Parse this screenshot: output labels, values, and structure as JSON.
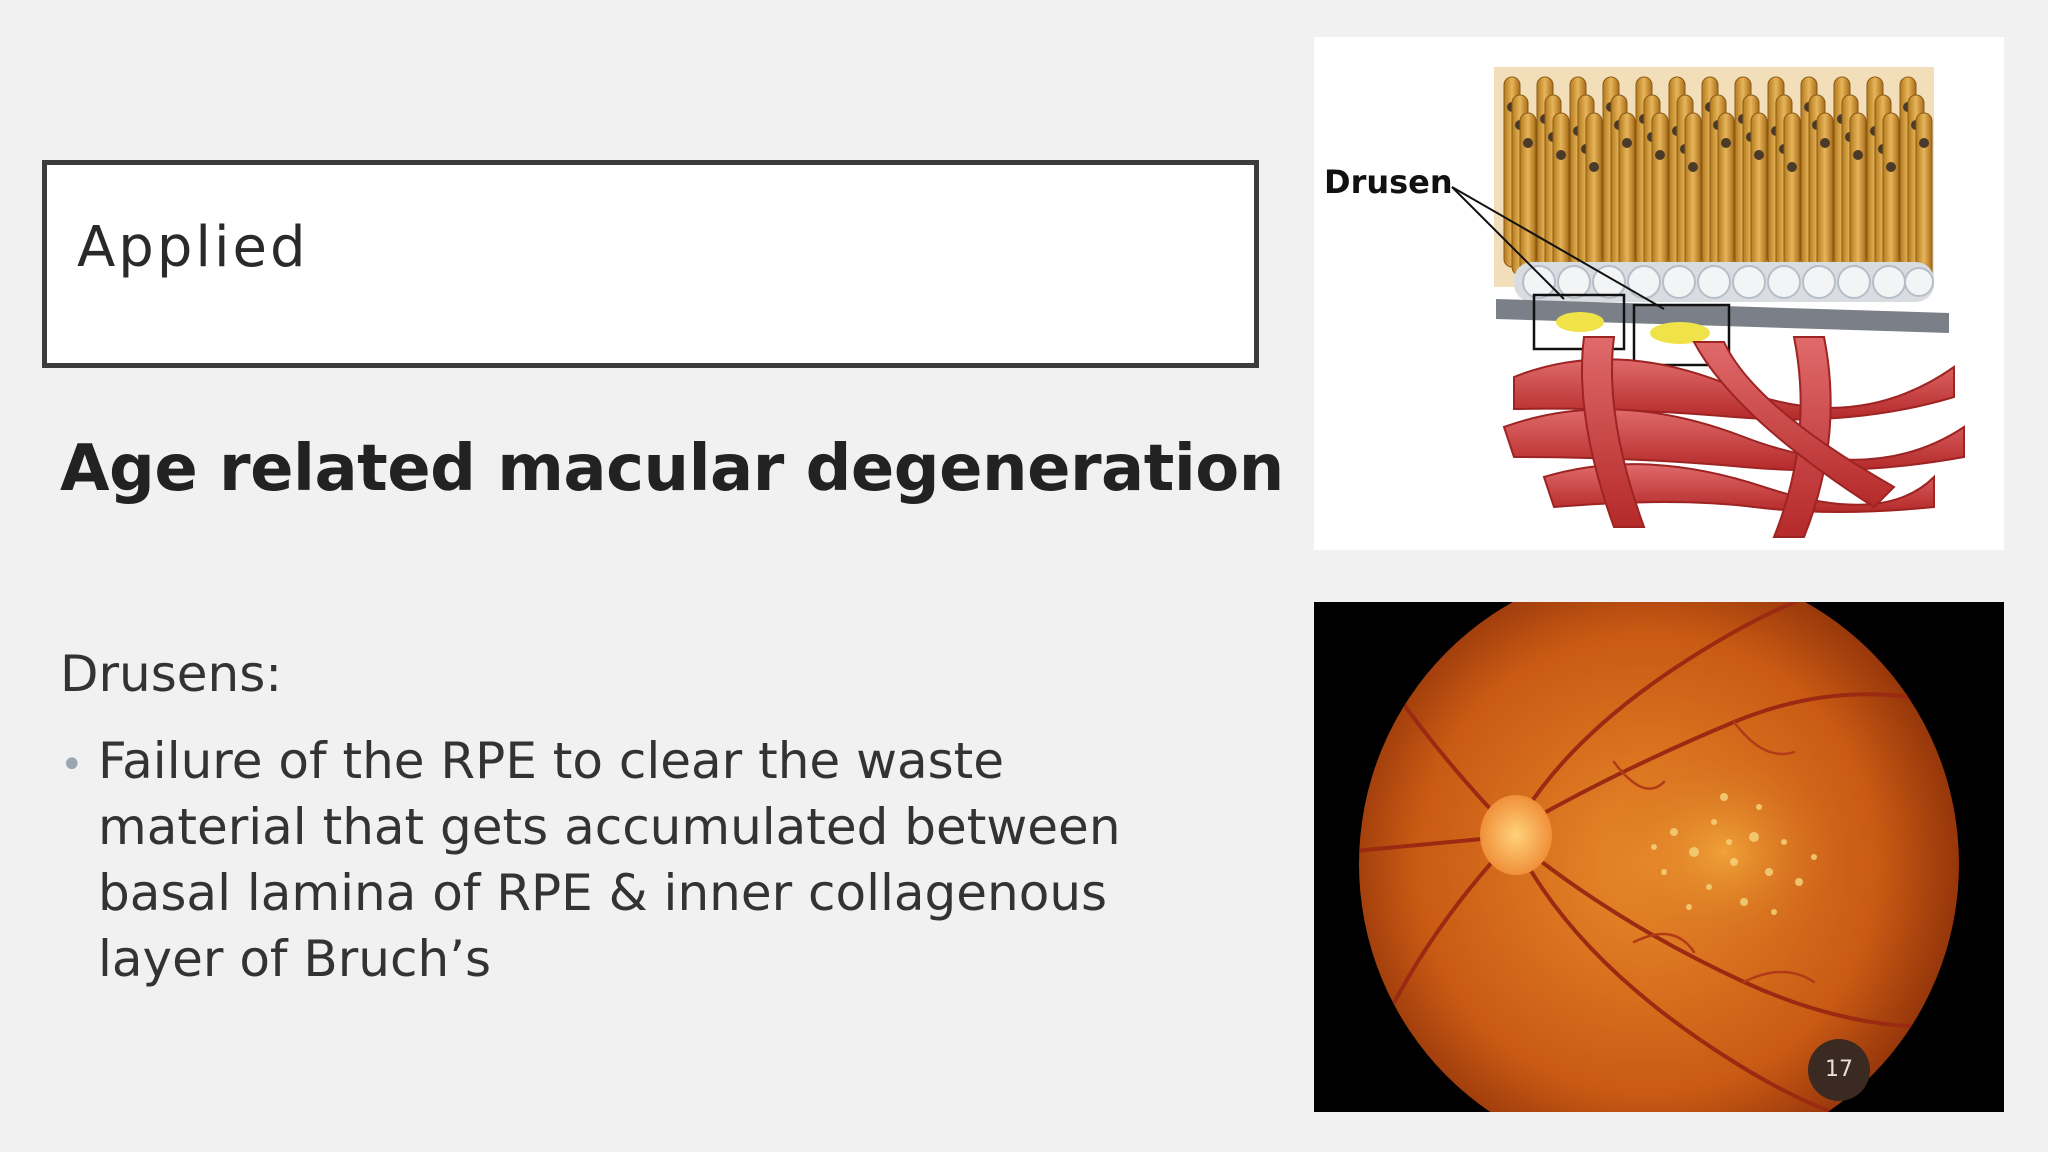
{
  "slide": {
    "kicker": "Applied",
    "heading": "Age related macular degeneration",
    "subheading": "Drusens:",
    "bullet": "Failure of the RPE to clear the waste material that gets accumulated between basal lamina of RPE & inner collagenous layer of Bruch’s",
    "page_number": "17"
  },
  "figures": {
    "retina_diagram": {
      "callout_label": "Drusen"
    },
    "fundus_photo": {}
  },
  "colors": {
    "background": "#f1f1f1",
    "title_border": "#3c3c3c",
    "bullet_dot": "#9aa7b0"
  }
}
